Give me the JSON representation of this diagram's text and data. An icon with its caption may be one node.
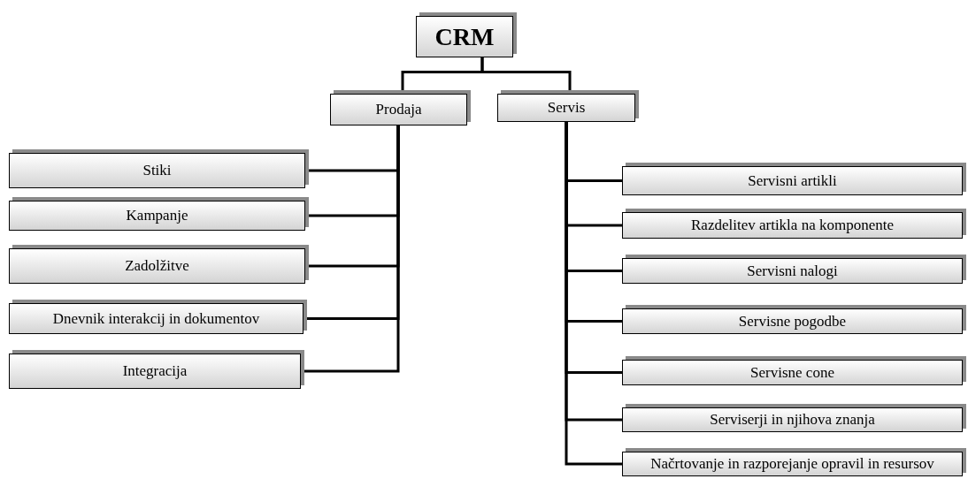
{
  "diagram": {
    "nodes": [
      {
        "text": [
          "CRM"
        ]
      },
      {
        "text": [
          "Prodaja"
        ]
      },
      {
        "text": [
          "Servis"
        ]
      },
      {
        "text": [
          "Stiki"
        ]
      },
      {
        "text": [
          "Kampanje"
        ]
      },
      {
        "text": [
          "Zadolžitve"
        ]
      },
      {
        "text": [
          "Dnevnik interakcij in dokumentov"
        ]
      },
      {
        "text": [
          "Integracija"
        ]
      },
      {
        "text": [
          "Servisni artikli"
        ]
      },
      {
        "text": [
          "Razdelitev artikla na komponente"
        ]
      },
      {
        "text": [
          "Servisni nalogi"
        ]
      },
      {
        "text": [
          "Servisne pogodbe"
        ]
      },
      {
        "text": [
          "Servisne cone"
        ]
      },
      {
        "text": [
          "Serviserji in njihova znanja"
        ]
      },
      {
        "text": [
          "Načrtovanje in razporejanje opravil in resursov"
        ]
      }
    ],
    "edges": [
      {
        "from": 0,
        "to": 1,
        "arrow": "none"
      },
      {
        "from": 0,
        "to": 2,
        "arrow": "none"
      },
      {
        "from": 1,
        "to": 3,
        "arrow": "none"
      },
      {
        "from": 1,
        "to": 4,
        "arrow": "none"
      },
      {
        "from": 1,
        "to": 5,
        "arrow": "none"
      },
      {
        "from": 1,
        "to": 6,
        "arrow": "none"
      },
      {
        "from": 1,
        "to": 7,
        "arrow": "none"
      },
      {
        "from": 2,
        "to": 8,
        "arrow": "none"
      },
      {
        "from": 2,
        "to": 9,
        "arrow": "none"
      },
      {
        "from": 2,
        "to": 10,
        "arrow": "none"
      },
      {
        "from": 2,
        "to": 11,
        "arrow": "none"
      },
      {
        "from": 2,
        "to": 12,
        "arrow": "none"
      },
      {
        "from": 2,
        "to": 13,
        "arrow": "none"
      },
      {
        "from": 2,
        "to": 14,
        "arrow": "none"
      }
    ]
  }
}
